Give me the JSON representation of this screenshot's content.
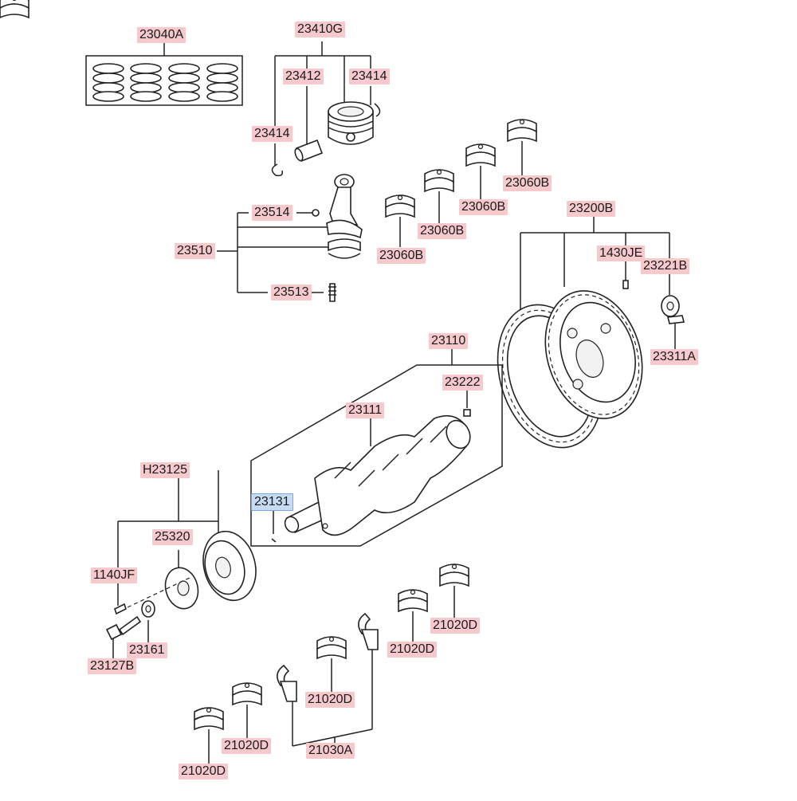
{
  "diagram": {
    "labels": {
      "l23040A": "23040A",
      "l23410G": "23410G",
      "l23412": "23412",
      "l23414a": "23414",
      "l23414b": "23414",
      "l23514": "23514",
      "l23510": "23510",
      "l23513": "23513",
      "l23060B_1": "23060B",
      "l23060B_2": "23060B",
      "l23060B_3": "23060B",
      "l23060B_4": "23060B",
      "l23200B": "23200B",
      "l1430JE": "1430JE",
      "l23221B": "23221B",
      "l23311A": "23311A",
      "l23110": "23110",
      "l23222": "23222",
      "l23111": "23111",
      "l23131": "23131",
      "lH23125": "H23125",
      "l25320": "25320",
      "l1140JF": "1140JF",
      "l23161": "23161",
      "l23127B": "23127B",
      "l21020D_1": "21020D",
      "l21020D_2": "21020D",
      "l21020D_3": "21020D",
      "l21020D_4": "21020D",
      "l21020D_5": "21020D",
      "l21030A": "21030A"
    },
    "colors": {
      "label_highlight": "#f6c9cc",
      "selected_highlight": "#c6dcf5",
      "line": "#222222"
    }
  }
}
